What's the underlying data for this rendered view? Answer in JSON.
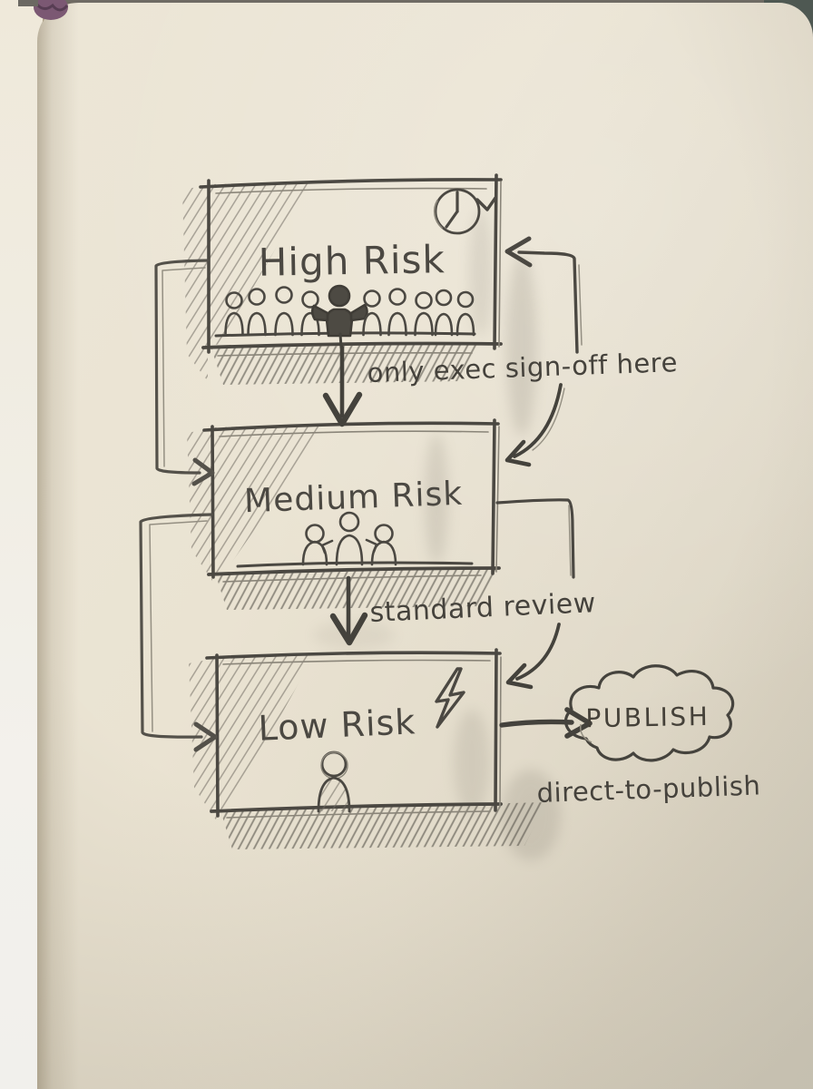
{
  "scene": {
    "kind": "hand-drawn pencil flowchart on a cream notebook page",
    "paper_color": "#eae2d1",
    "pencil_color": "#4b4842",
    "bookmark_color": "#7b5873",
    "desk_color": "#4e5852"
  },
  "diagram": {
    "nodes": [
      {
        "id": "high-risk",
        "label": "High Risk",
        "icon": "clock-pending",
        "people_count": 10,
        "detail": "center figure shaded dark (exec)"
      },
      {
        "id": "medium-risk",
        "label": "Medium Risk",
        "people_count": 3
      },
      {
        "id": "low-risk",
        "label": "Low Risk",
        "icon": "lightning-bolt",
        "people_count": 1
      },
      {
        "id": "publish",
        "label": "PUBLISH",
        "shape": "cloud"
      }
    ],
    "annotations": [
      {
        "id": "exec-signoff",
        "text": "only exec sign-off here",
        "near": "between high-risk and medium-risk"
      },
      {
        "id": "standard-review",
        "text": "standard review",
        "near": "between medium-risk and low-risk"
      },
      {
        "id": "direct-to-publish",
        "text": "direct-to-publish",
        "near": "below publish cloud"
      }
    ],
    "edges": [
      {
        "from": "high-risk",
        "to": "medium-risk",
        "style": "bold straight arrow down"
      },
      {
        "from": "medium-risk",
        "to": "low-risk",
        "style": "bold straight arrow down"
      },
      {
        "from": "low-risk",
        "to": "publish",
        "style": "bold straight arrow right"
      },
      {
        "from": "high-risk",
        "to": "medium-risk",
        "style": "left-side elbow loop arrow"
      },
      {
        "from": "medium-risk",
        "to": "low-risk",
        "style": "left-side elbow loop arrow"
      },
      {
        "from": "right-side elbow",
        "to": "high-risk",
        "style": "arrow pointing into right edge"
      },
      {
        "from": "exec-signoff annotation",
        "to": "medium-risk",
        "style": "curved arrow down-left"
      },
      {
        "from": "standard-review annotation",
        "to": "low-risk",
        "style": "curved arrow down-left"
      }
    ]
  }
}
